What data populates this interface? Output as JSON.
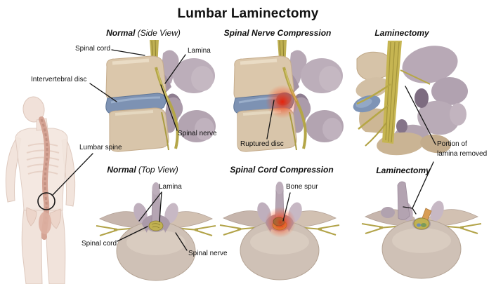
{
  "title": "Lumbar Laminectomy",
  "panels": [
    {
      "id": "side-normal",
      "heading_bold": "Normal",
      "heading_rest": " (Side View)"
    },
    {
      "id": "side-compression",
      "heading_bold": "Spinal Nerve Compression",
      "heading_rest": ""
    },
    {
      "id": "side-laminectomy",
      "heading_bold": "Laminectomy",
      "heading_rest": ""
    },
    {
      "id": "top-normal",
      "heading_bold": "Normal",
      "heading_rest": " (Top View)"
    },
    {
      "id": "top-compression",
      "heading_bold": "Spinal Cord Compression",
      "heading_rest": ""
    },
    {
      "id": "top-laminectomy",
      "heading_bold": "Laminectomy",
      "heading_rest": ""
    }
  ],
  "labels": {
    "spinal_cord_side": "Spinal cord",
    "lamina_side": "Lamina",
    "intervertebral_disc": "Intervertebral disc",
    "spinal_nerve_side": "Spinal nerve",
    "ruptured_disc": "Ruptured disc",
    "portion_removed_line1": "Portion of",
    "portion_removed_line2": "lamina removed",
    "lumbar_spine": "Lumbar spine",
    "lamina_top": "Lamina",
    "spinal_cord_top": "Spinal cord",
    "spinal_nerve_top": "Spinal nerve",
    "bone_spur": "Bone spur"
  },
  "colors": {
    "background": "#ffffff",
    "text": "#111111",
    "bone_tan": "#dbc7ab",
    "bone_grey": "#cfc1b6",
    "posterior_lavender": "#b7a8b5",
    "posterior_dark": "#8e7d90",
    "disc_blue": "#7d92b3",
    "nerve_yellow": "#c3b351",
    "injury_red": "#eb1e05",
    "bone_spur_brown": "#9a6a38",
    "body_skin": "#f3e5dd",
    "body_spine": "#d3a090"
  }
}
